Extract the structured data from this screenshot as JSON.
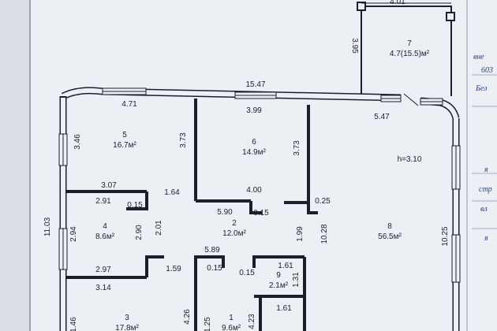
{
  "plan": {
    "rooms": [
      {
        "id": "room-1",
        "number": "1",
        "area": "9.6м²"
      },
      {
        "id": "room-2",
        "number": "2",
        "area": "12.0м²"
      },
      {
        "id": "room-3",
        "number": "3",
        "area": "17.8м²"
      },
      {
        "id": "room-4",
        "number": "4",
        "area": "8.6м²"
      },
      {
        "id": "room-5",
        "number": "5",
        "area": "16.7м²"
      },
      {
        "id": "room-6",
        "number": "6",
        "area": "14.9м²"
      },
      {
        "id": "room-7",
        "number": "7",
        "area": "4.7(15.5)м²"
      },
      {
        "id": "room-8",
        "number": "8",
        "area": "56.5м²"
      },
      {
        "id": "room-9",
        "number": "9",
        "area": "2.1м²"
      }
    ],
    "height_label": "h=3.10",
    "dimensions": [
      "4.01",
      "3.95",
      "15.47",
      "4.71",
      "3.99",
      "5.47",
      "3.46",
      "3.73",
      "3.73",
      "11.03",
      "3.07",
      "1.64",
      "4.00",
      "2.91",
      "0.15",
      "5.90",
      "0.15",
      "0.25",
      "2.94",
      "2.90",
      "2.01",
      "1.99",
      "10.28",
      "10.25",
      "2.97",
      "1.59",
      "5.89",
      "0.15",
      "1.61",
      "0.15",
      "1.31",
      "3.14",
      "1.61",
      "4.26",
      "1.25",
      "4.23",
      "1.46"
    ],
    "margin_text": [
      "вне",
      "603",
      "Бел",
      "я",
      "стр",
      "вл",
      "я"
    ]
  }
}
